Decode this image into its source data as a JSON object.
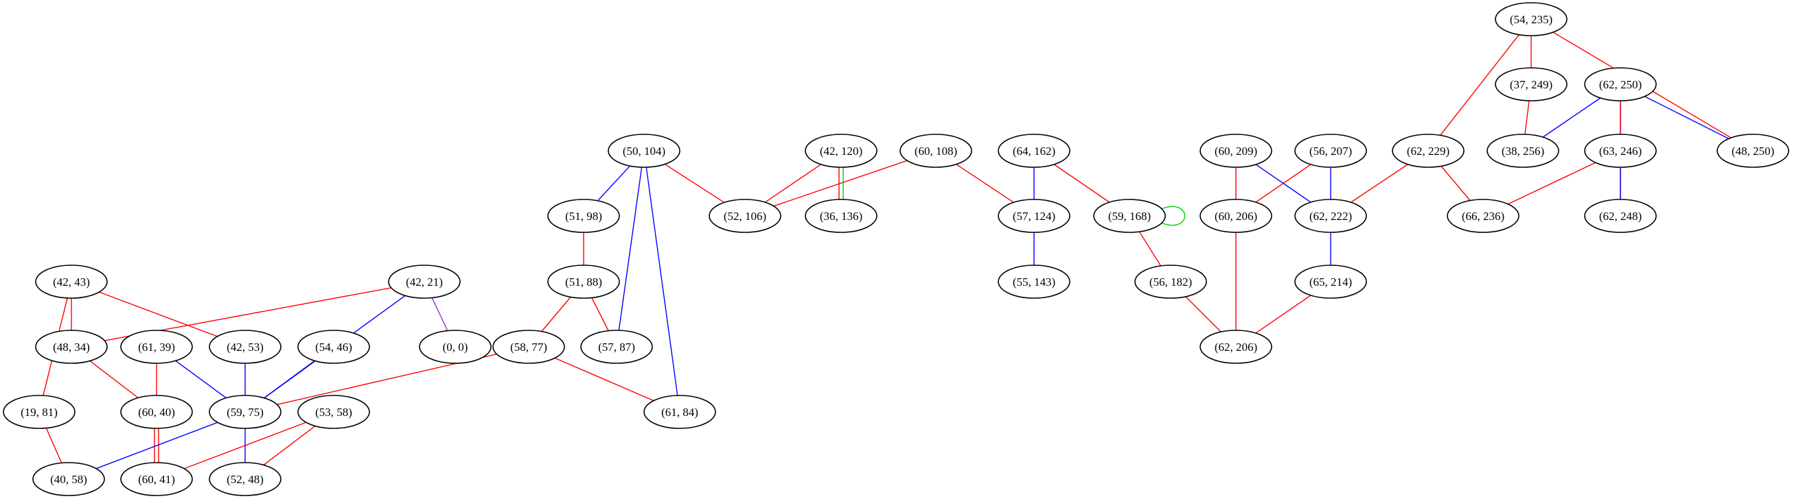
{
  "colors": {
    "red": "#ff0000",
    "blue": "#0000ff",
    "green": "#00cc00",
    "purple": "#9933cc",
    "node_stroke": "#000000",
    "background": "#ffffff"
  },
  "graph": {
    "nodes": [
      {
        "id": "n54_235",
        "label": "(54, 235)"
      },
      {
        "id": "n37_249",
        "label": "(37, 249)"
      },
      {
        "id": "n62_250",
        "label": "(62, 250)"
      },
      {
        "id": "n50_104",
        "label": "(50, 104)"
      },
      {
        "id": "n42_120",
        "label": "(42, 120)"
      },
      {
        "id": "n60_108",
        "label": "(60, 108)"
      },
      {
        "id": "n64_162",
        "label": "(64, 162)"
      },
      {
        "id": "n60_209",
        "label": "(60, 209)"
      },
      {
        "id": "n56_207",
        "label": "(56, 207)"
      },
      {
        "id": "n62_229",
        "label": "(62, 229)"
      },
      {
        "id": "n38_256",
        "label": "(38, 256)"
      },
      {
        "id": "n63_246",
        "label": "(63, 246)"
      },
      {
        "id": "n48_250",
        "label": "(48, 250)"
      },
      {
        "id": "n51_98",
        "label": "(51, 98)"
      },
      {
        "id": "n52_106",
        "label": "(52, 106)"
      },
      {
        "id": "n36_136",
        "label": "(36, 136)"
      },
      {
        "id": "n57_124",
        "label": "(57, 124)"
      },
      {
        "id": "n59_168",
        "label": "(59, 168)"
      },
      {
        "id": "n60_206",
        "label": "(60, 206)"
      },
      {
        "id": "n62_222",
        "label": "(62, 222)"
      },
      {
        "id": "n66_236",
        "label": "(66, 236)"
      },
      {
        "id": "n62_248",
        "label": "(62, 248)"
      },
      {
        "id": "n42_43",
        "label": "(42, 43)"
      },
      {
        "id": "n42_21",
        "label": "(42, 21)"
      },
      {
        "id": "n51_88",
        "label": "(51, 88)"
      },
      {
        "id": "n55_143",
        "label": "(55, 143)"
      },
      {
        "id": "n56_182",
        "label": "(56, 182)"
      },
      {
        "id": "n65_214",
        "label": "(65, 214)"
      },
      {
        "id": "n48_34",
        "label": "(48, 34)"
      },
      {
        "id": "n61_39",
        "label": "(61, 39)"
      },
      {
        "id": "n42_53",
        "label": "(42, 53)"
      },
      {
        "id": "n54_46",
        "label": "(54, 46)"
      },
      {
        "id": "n0_0",
        "label": "(0, 0)"
      },
      {
        "id": "n58_77",
        "label": "(58, 77)"
      },
      {
        "id": "n57_87",
        "label": "(57, 87)"
      },
      {
        "id": "n62_206",
        "label": "(62, 206)"
      },
      {
        "id": "n19_81",
        "label": "(19, 81)"
      },
      {
        "id": "n60_40",
        "label": "(60, 40)"
      },
      {
        "id": "n59_75",
        "label": "(59, 75)"
      },
      {
        "id": "n53_58",
        "label": "(53, 58)"
      },
      {
        "id": "n61_84",
        "label": "(61, 84)"
      },
      {
        "id": "n40_58",
        "label": "(40, 58)"
      },
      {
        "id": "n60_41",
        "label": "(60, 41)"
      },
      {
        "id": "n52_48",
        "label": "(52, 48)"
      }
    ],
    "edges": [
      {
        "from": "n54_235",
        "to": "n37_249",
        "color": "red"
      },
      {
        "from": "n54_235",
        "to": "n62_229",
        "color": "red"
      },
      {
        "from": "n54_235",
        "to": "n48_250",
        "color": "red"
      },
      {
        "from": "n37_249",
        "to": "n38_256",
        "color": "red"
      },
      {
        "from": "n62_250",
        "to": "n38_256",
        "color": "blue"
      },
      {
        "from": "n62_250",
        "to": "n63_246",
        "color": "blue"
      },
      {
        "from": "n62_250",
        "to": "n48_250",
        "color": "blue"
      },
      {
        "from": "n62_250",
        "to": "n62_248",
        "color": "red"
      },
      {
        "from": "n63_246",
        "to": "n62_248",
        "color": "blue"
      },
      {
        "from": "n63_246",
        "to": "n66_236",
        "color": "red"
      },
      {
        "from": "n62_229",
        "to": "n66_236",
        "color": "red"
      },
      {
        "from": "n62_229",
        "to": "n62_222",
        "color": "red"
      },
      {
        "from": "n56_207",
        "to": "n62_222",
        "color": "blue"
      },
      {
        "from": "n56_207",
        "to": "n60_206",
        "color": "red"
      },
      {
        "from": "n60_209",
        "to": "n60_206",
        "color": "red"
      },
      {
        "from": "n60_209",
        "to": "n62_222",
        "color": "blue"
      },
      {
        "from": "n62_222",
        "to": "n65_214",
        "color": "blue"
      },
      {
        "from": "n65_214",
        "to": "n62_206",
        "color": "red"
      },
      {
        "from": "n60_206",
        "to": "n62_206",
        "color": "red"
      },
      {
        "from": "n56_182",
        "to": "n62_206",
        "color": "red"
      },
      {
        "from": "n59_168",
        "to": "n56_182",
        "color": "red"
      },
      {
        "from": "n59_168",
        "to": "n59_168",
        "color": "green"
      },
      {
        "from": "n64_162",
        "to": "n59_168",
        "color": "red"
      },
      {
        "from": "n64_162",
        "to": "n57_124",
        "color": "blue"
      },
      {
        "from": "n60_108",
        "to": "n57_124",
        "color": "red"
      },
      {
        "from": "n57_124",
        "to": "n55_143",
        "color": "blue"
      },
      {
        "from": "n60_108",
        "to": "n52_106",
        "color": "red"
      },
      {
        "from": "n42_120",
        "to": "n52_106",
        "color": "red"
      },
      {
        "from": "n42_120",
        "to": "n36_136",
        "color": "green",
        "offset": -3
      },
      {
        "from": "n42_120",
        "to": "n36_136",
        "color": "red",
        "offset": 3
      },
      {
        "from": "n50_104",
        "to": "n52_106",
        "color": "red"
      },
      {
        "from": "n50_104",
        "to": "n51_98",
        "color": "blue"
      },
      {
        "from": "n50_104",
        "to": "n57_87",
        "color": "blue"
      },
      {
        "from": "n50_104",
        "to": "n61_84",
        "color": "blue"
      },
      {
        "from": "n51_98",
        "to": "n51_88",
        "color": "red"
      },
      {
        "from": "n51_88",
        "to": "n58_77",
        "color": "red"
      },
      {
        "from": "n51_88",
        "to": "n57_87",
        "color": "red"
      },
      {
        "from": "n58_77",
        "to": "n59_75",
        "color": "red"
      },
      {
        "from": "n58_77",
        "to": "n61_84",
        "color": "red"
      },
      {
        "from": "n42_43",
        "to": "n48_34",
        "color": "red"
      },
      {
        "from": "n42_43",
        "to": "n42_53",
        "color": "red"
      },
      {
        "from": "n42_43",
        "to": "n19_81",
        "color": "red"
      },
      {
        "from": "n42_21",
        "to": "n48_34",
        "color": "red"
      },
      {
        "from": "n42_21",
        "to": "n59_75",
        "color": "blue"
      },
      {
        "from": "n42_21",
        "to": "n0_0",
        "color": "purple"
      },
      {
        "from": "n48_34",
        "to": "n60_40",
        "color": "red"
      },
      {
        "from": "n61_39",
        "to": "n60_40",
        "color": "red"
      },
      {
        "from": "n61_39",
        "to": "n59_75",
        "color": "blue"
      },
      {
        "from": "n42_53",
        "to": "n59_75",
        "color": "blue"
      },
      {
        "from": "n54_46",
        "to": "n59_75",
        "color": "blue"
      },
      {
        "from": "n60_40",
        "to": "n60_41",
        "color": "red",
        "offset": -3
      },
      {
        "from": "n60_40",
        "to": "n60_41",
        "color": "red",
        "offset": 3
      },
      {
        "from": "n59_75",
        "to": "n40_58",
        "color": "blue"
      },
      {
        "from": "n59_75",
        "to": "n52_48",
        "color": "blue"
      },
      {
        "from": "n53_58",
        "to": "n60_41",
        "color": "red"
      },
      {
        "from": "n53_58",
        "to": "n52_48",
        "color": "red"
      },
      {
        "from": "n19_81",
        "to": "n40_58",
        "color": "red"
      }
    ]
  }
}
